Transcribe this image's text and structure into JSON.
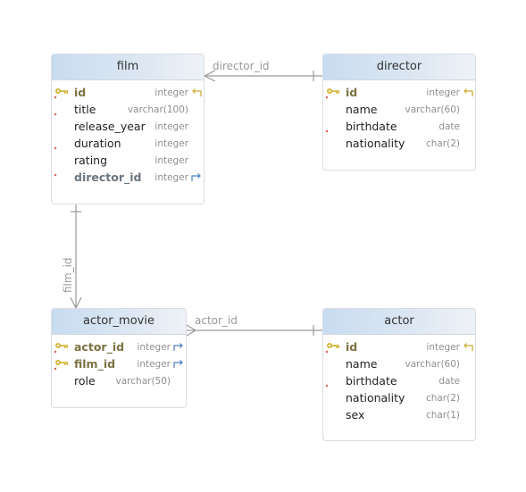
{
  "tables": {
    "film": {
      "title": "film",
      "rows": [
        {
          "name": "id",
          "type": "integer"
        },
        {
          "name": "title",
          "type": "varchar(100)"
        },
        {
          "name": "release_year",
          "type": "integer"
        },
        {
          "name": "duration",
          "type": "integer"
        },
        {
          "name": "rating",
          "type": "integer"
        },
        {
          "name": "director_id",
          "type": "integer"
        }
      ]
    },
    "director": {
      "title": "director",
      "rows": [
        {
          "name": "id",
          "type": "integer"
        },
        {
          "name": "name",
          "type": "varchar(60)"
        },
        {
          "name": "birthdate",
          "type": "date"
        },
        {
          "name": "nationality",
          "type": "char(2)"
        }
      ]
    },
    "actor_movie": {
      "title": "actor_movie",
      "rows": [
        {
          "name": "actor_id",
          "type": "integer"
        },
        {
          "name": "film_id",
          "type": "integer"
        },
        {
          "name": "role",
          "type": "varchar(50)"
        }
      ]
    },
    "actor": {
      "title": "actor",
      "rows": [
        {
          "name": "id",
          "type": "integer"
        },
        {
          "name": "name",
          "type": "varchar(60)"
        },
        {
          "name": "birthdate",
          "type": "date"
        },
        {
          "name": "nationality",
          "type": "char(2)"
        },
        {
          "name": "sex",
          "type": "char(1)"
        }
      ]
    }
  },
  "connections": {
    "film_director": "director_id",
    "film_actor_movie": "film_id",
    "actor_movie_actor": "actor_id"
  },
  "icons": {
    "primary_key": "key-icon",
    "not_null": "not-null-icon",
    "pk_reference": "pk-reference-icon",
    "fk_reference": "fk-reference-icon"
  },
  "colors": {
    "header_accent": "#c8dcf0",
    "key_icon": "#d6b73c",
    "not_null_mark": "#d9534f",
    "fk_arrow": "#4a7fc0",
    "connector": "#999999"
  }
}
